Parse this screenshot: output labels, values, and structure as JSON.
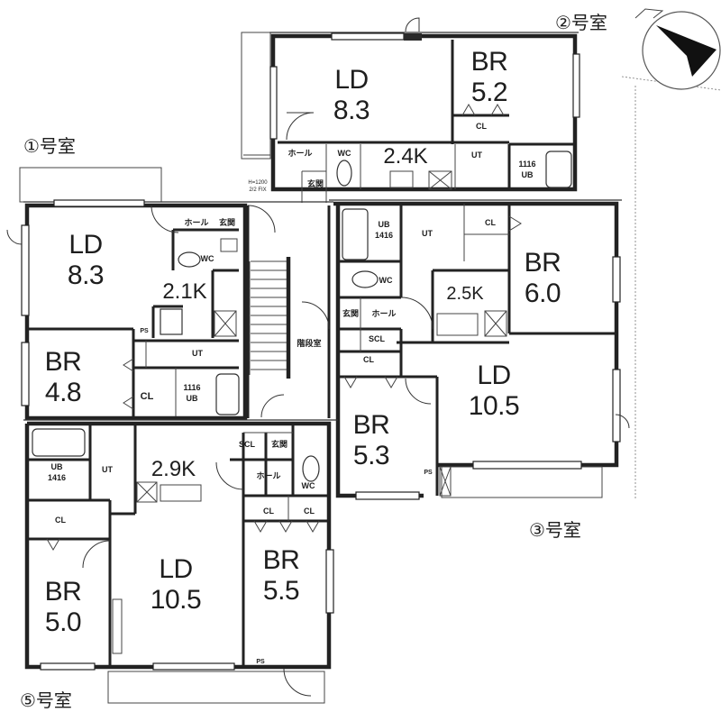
{
  "unit_labels": {
    "unit1": "①号室",
    "unit2": "②号室",
    "unit3": "③号室",
    "unit5": "⑤号室"
  },
  "compass": {
    "icon": "north-arrow-icon"
  },
  "unit1": {
    "ld": {
      "name": "LD",
      "size": "8.3"
    },
    "br": {
      "name": "BR",
      "size": "4.8"
    },
    "kitchen": "2.1K",
    "hall": "ホール",
    "entrance": "玄関",
    "wc": "WC",
    "ut": "UT",
    "ub": {
      "name": "UB",
      "size": "1116"
    },
    "cl": "CL",
    "ps": "PS"
  },
  "unit2": {
    "ld": {
      "name": "LD",
      "size": "8.3"
    },
    "br": {
      "name": "BR",
      "size": "5.2"
    },
    "kitchen": "2.4K",
    "hall": "ホール",
    "entrance": "玄関",
    "wc": "WC",
    "ut": "UT",
    "ub": {
      "name": "UB",
      "size": "1116"
    },
    "cl": "CL"
  },
  "unit3": {
    "ld": {
      "name": "LD",
      "size": "10.5"
    },
    "br1": {
      "name": "BR",
      "size": "6.0"
    },
    "br2": {
      "name": "BR",
      "size": "5.3"
    },
    "kitchen": "2.5K",
    "hall": "ホール",
    "entrance": "玄関",
    "wc": "WC",
    "ut": "UT",
    "ub": {
      "name": "UB",
      "size": "1416"
    },
    "cl1": "CL",
    "cl2": "CL",
    "scl": "SCL",
    "ps": "PS"
  },
  "unit5": {
    "ld": {
      "name": "LD",
      "size": "10.5"
    },
    "br1": {
      "name": "BR",
      "size": "5.0"
    },
    "br2": {
      "name": "BR",
      "size": "5.5"
    },
    "kitchen": "2.9K",
    "hall": "ホール",
    "entrance": "玄関",
    "wc": "WC",
    "ut": "UT",
    "ub": {
      "name": "UB",
      "size": "1416"
    },
    "cl1": "CL",
    "cl2": "CL",
    "cl3": "CL",
    "scl": "SCL",
    "ps": "PS"
  },
  "common": {
    "stairwell": "階段室",
    "dim_note": "H=1200",
    "dim_note2": "2/2 FIX"
  }
}
